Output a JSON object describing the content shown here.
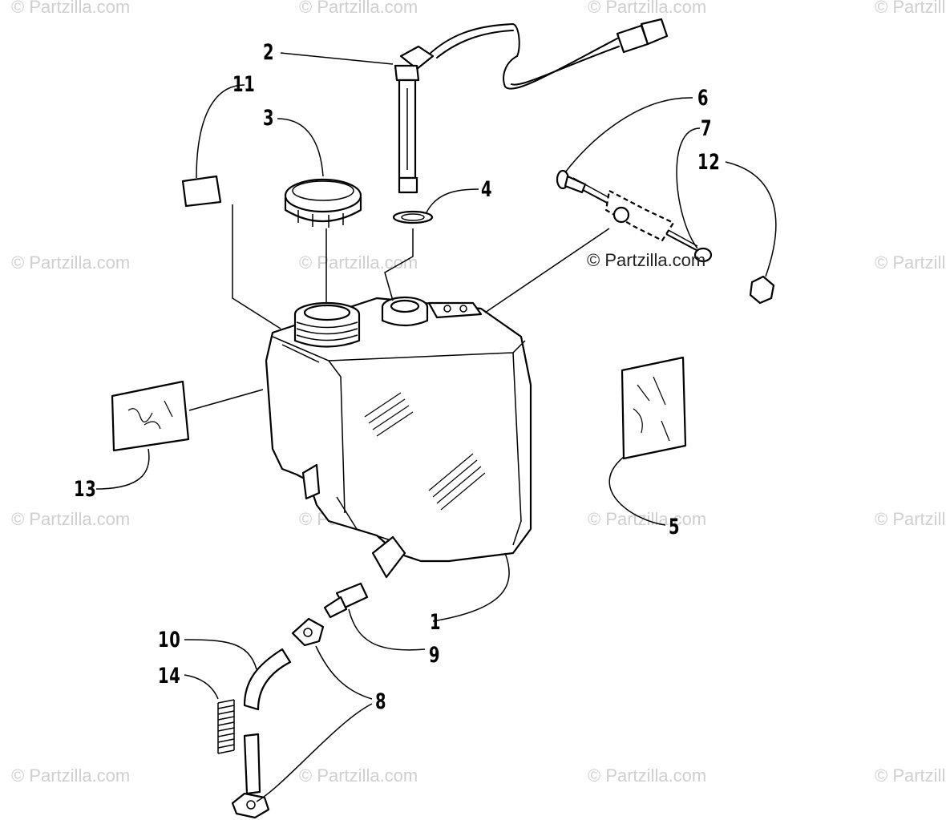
{
  "watermark": "© Partzilla.com",
  "center_watermark": "© Partzilla.com",
  "callouts": {
    "c1": "1",
    "c2": "2",
    "c3": "3",
    "c4": "4",
    "c5": "5",
    "c6": "6",
    "c7": "7",
    "c8": "8",
    "c9": "9",
    "c10": "10",
    "c11": "11",
    "c12": "12",
    "c13": "13",
    "c14": "14"
  }
}
